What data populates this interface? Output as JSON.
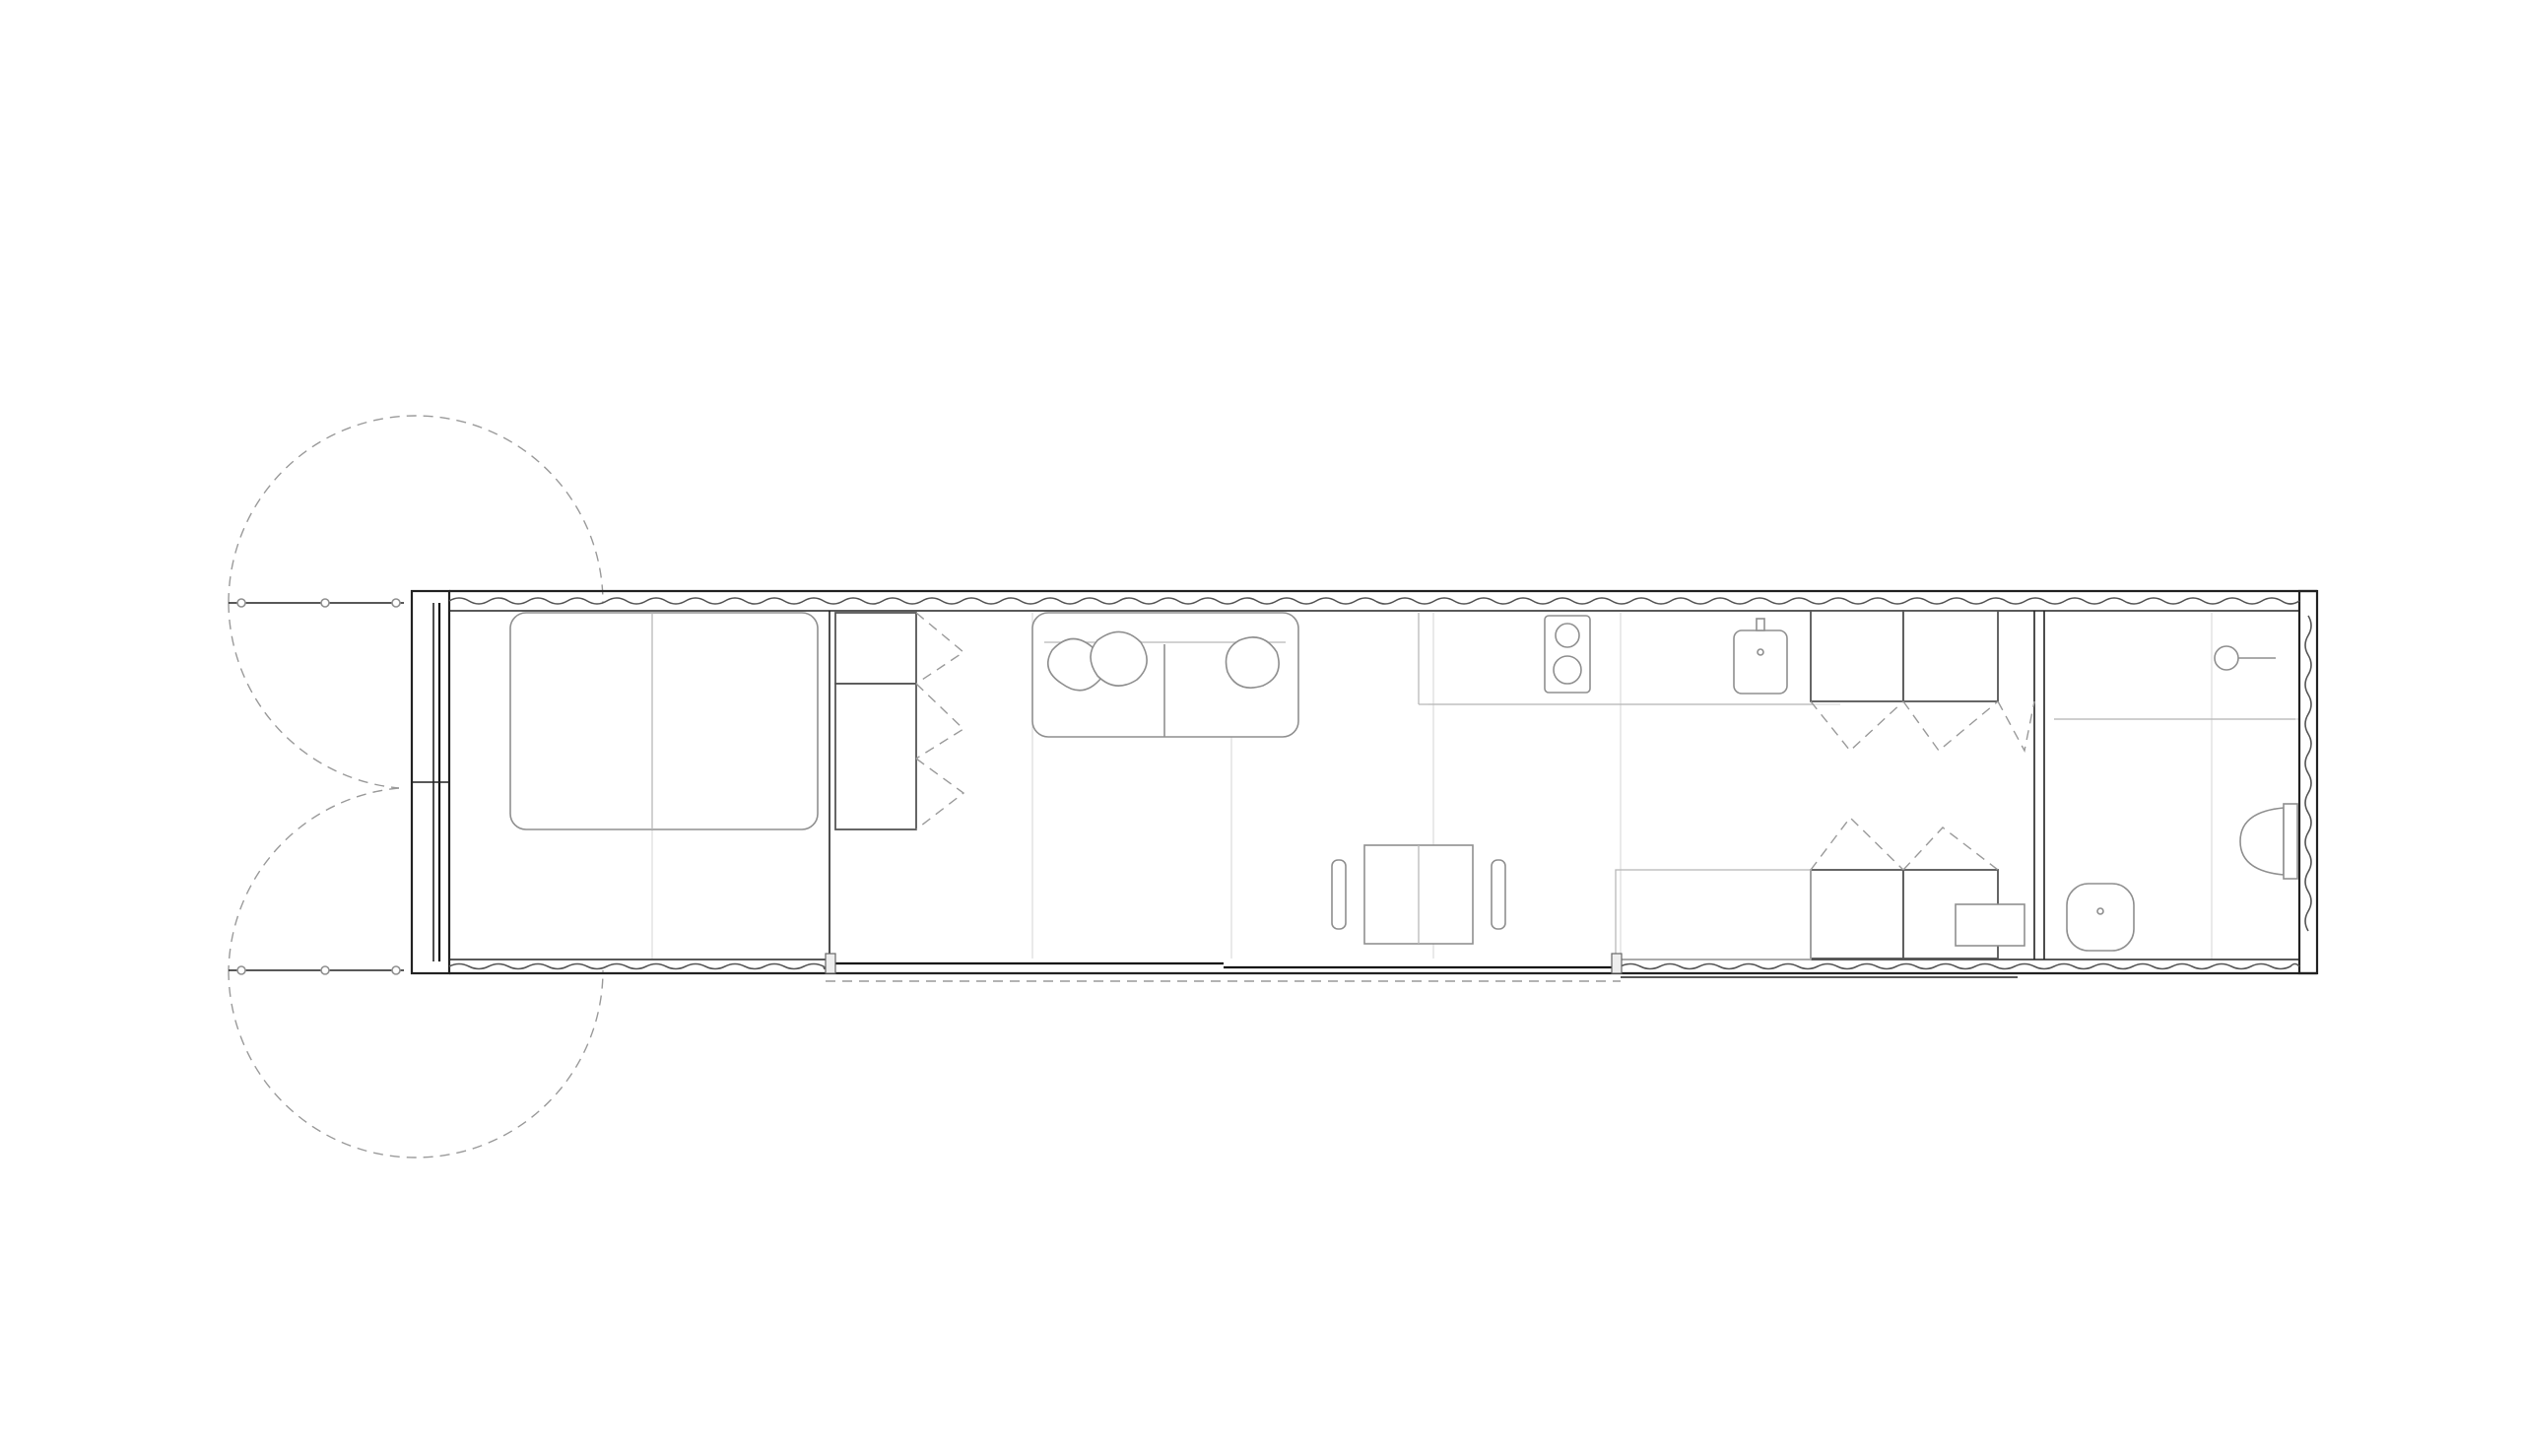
{
  "drawing": {
    "kind": "floor-plan",
    "labels": []
  },
  "colors": {
    "background": "#ffffff",
    "walls": "#222222",
    "furniture": "#8f8f8f",
    "swing_lines": "#9a9a9a",
    "grid": "#dcdcdc"
  },
  "elements": {
    "end_doors": "double-swing-doors",
    "bed": "double-bed",
    "wardrobe": "wardrobe-with-hinged-doors",
    "sofa": "two-seat-sofa-with-cushions",
    "hob": "two-ring-cooktop",
    "kitchen_sink": "sink",
    "dining_table": "table-with-chairs",
    "storage": "storage-cabinets",
    "sliding_door": "glass-sliding-door",
    "shower": "shower",
    "toilet": "wc",
    "basin": "wash-basin"
  }
}
